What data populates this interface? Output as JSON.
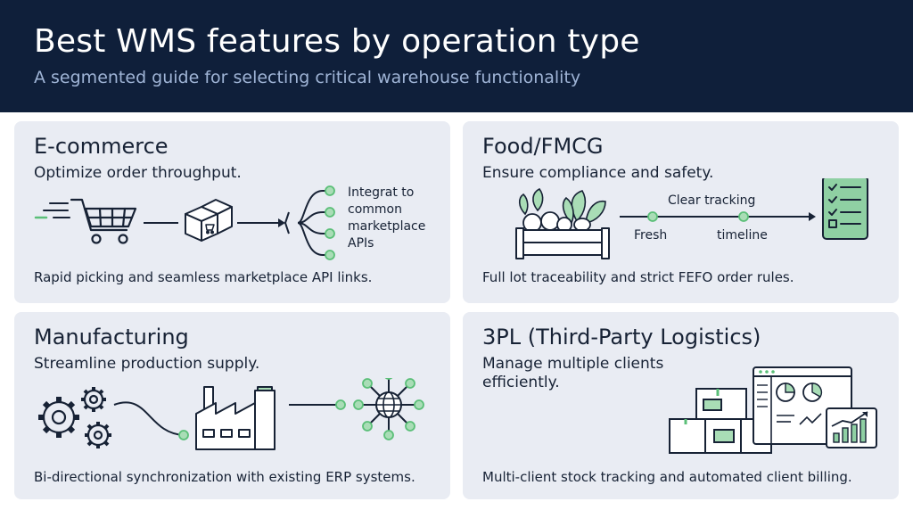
{
  "header": {
    "title": "Best WMS features by operation type",
    "subtitle": "A segmented guide for selecting critical warehouse functionality"
  },
  "colors": {
    "header_bg": "#0f1f3a",
    "card_bg": "#e9ecf3",
    "accent_green": "#5bbf78",
    "ink": "#172235"
  },
  "cards": {
    "ecommerce": {
      "title": "E-commerce",
      "subtitle": "Optimize order throughput.",
      "diagram_text_1": "Integrat to",
      "diagram_text_2": "common",
      "diagram_text_3": "marketplace",
      "diagram_text_4": "APIs",
      "footer": "Rapid picking and seamless marketplace API links.",
      "icons": [
        "shopping-cart-icon",
        "package-box-icon",
        "branch-connector-icon"
      ]
    },
    "food": {
      "title": "Food/FMCG",
      "subtitle": "Ensure compliance and safety.",
      "diagram_label_top": "Clear tracking",
      "diagram_label_fresh": "Fresh",
      "diagram_label_timeline": "timeline",
      "footer": "Full lot traceability and strict FEFO order rules.",
      "icons": [
        "produce-crate-icon",
        "checklist-icon"
      ]
    },
    "manufacturing": {
      "title": "Manufacturing",
      "subtitle": "Streamline production supply.",
      "footer": "Bi-directional synchronization with existing ERP systems.",
      "icons": [
        "gears-icon",
        "factory-icon",
        "network-globe-icon"
      ]
    },
    "tpl": {
      "title": "3PL (Third-Party Logistics)",
      "subtitle_line1": "Manage multiple clients",
      "subtitle_line2": "efficiently.",
      "footer": "Multi-client stock tracking and automated client billing.",
      "icons": [
        "stacked-boxes-icon",
        "dashboard-icon",
        "growth-chart-icon"
      ]
    }
  }
}
